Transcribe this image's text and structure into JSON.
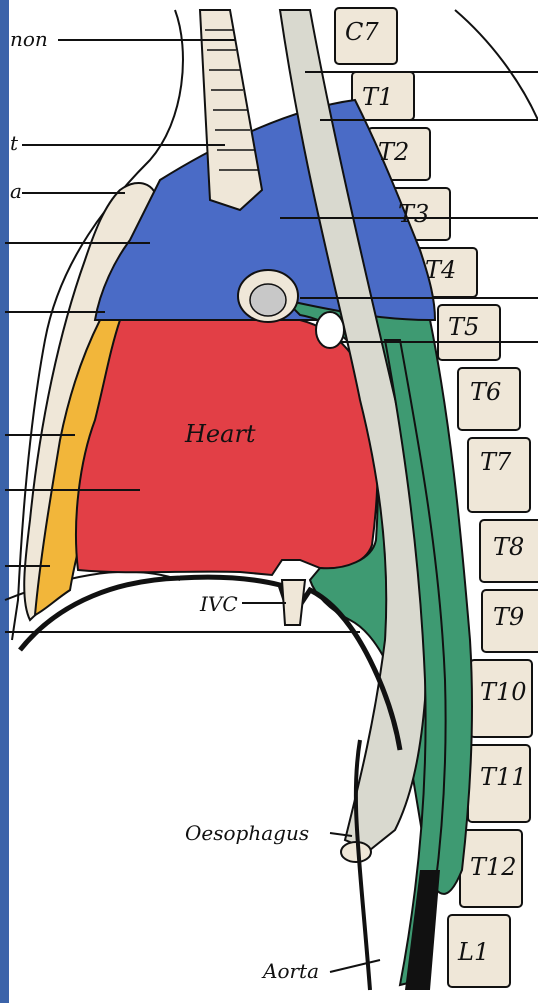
{
  "colors": {
    "superior_mediastinum": "#4a6bc6",
    "heart_region": "#e23f46",
    "anterior_mediastinum": "#f2b63a",
    "posterior_mediastinum": "#3e9a72",
    "frame_bar": "#3b63a9",
    "bone": "#efe7d8",
    "outline": "#111111"
  },
  "left_cut_labels": [
    "non",
    "t",
    "a"
  ],
  "vertebrae": [
    "C7",
    "T1",
    "T2",
    "T3",
    "T4",
    "T5",
    "T6",
    "T7",
    "T8",
    "T9",
    "T10",
    "T11",
    "T12",
    "L1"
  ],
  "structures": {
    "heart": "Heart",
    "ivc": "IVC",
    "oesophagus": "Oesophagus",
    "aorta": "Aorta"
  }
}
